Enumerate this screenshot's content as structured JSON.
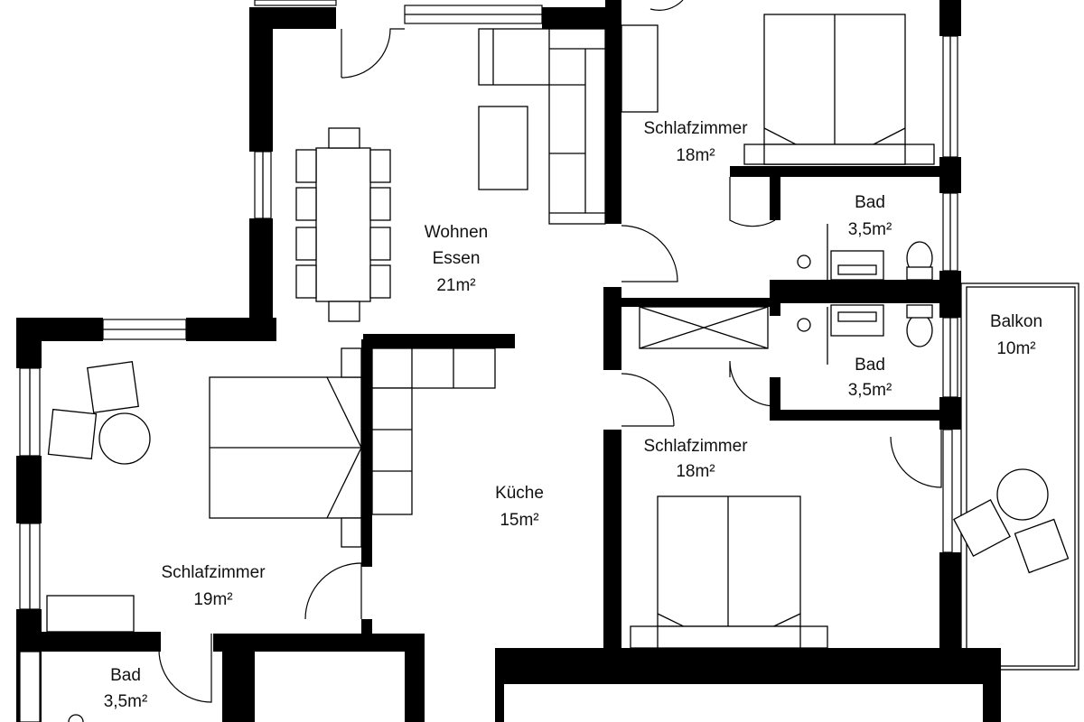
{
  "rooms": {
    "wohnen": {
      "name1": "Wohnen",
      "name2": "Essen",
      "area": "21m²"
    },
    "schlaf_top": {
      "name": "Schlafzimmer",
      "area": "18m²"
    },
    "bad_top": {
      "name": "Bad",
      "area": "3,5m²"
    },
    "bad_mid": {
      "name": "Bad",
      "area": "3,5m²"
    },
    "balkon": {
      "name": "Balkon",
      "area": "10m²"
    },
    "schlaf_right": {
      "name": "Schlafzimmer",
      "area": "18m²"
    },
    "kueche": {
      "name": "Küche",
      "area": "15m²"
    },
    "schlaf_left": {
      "name": "Schlafzimmer",
      "area": "19m²"
    },
    "bad_bottom": {
      "name": "Bad",
      "area": "3,5m²"
    }
  }
}
